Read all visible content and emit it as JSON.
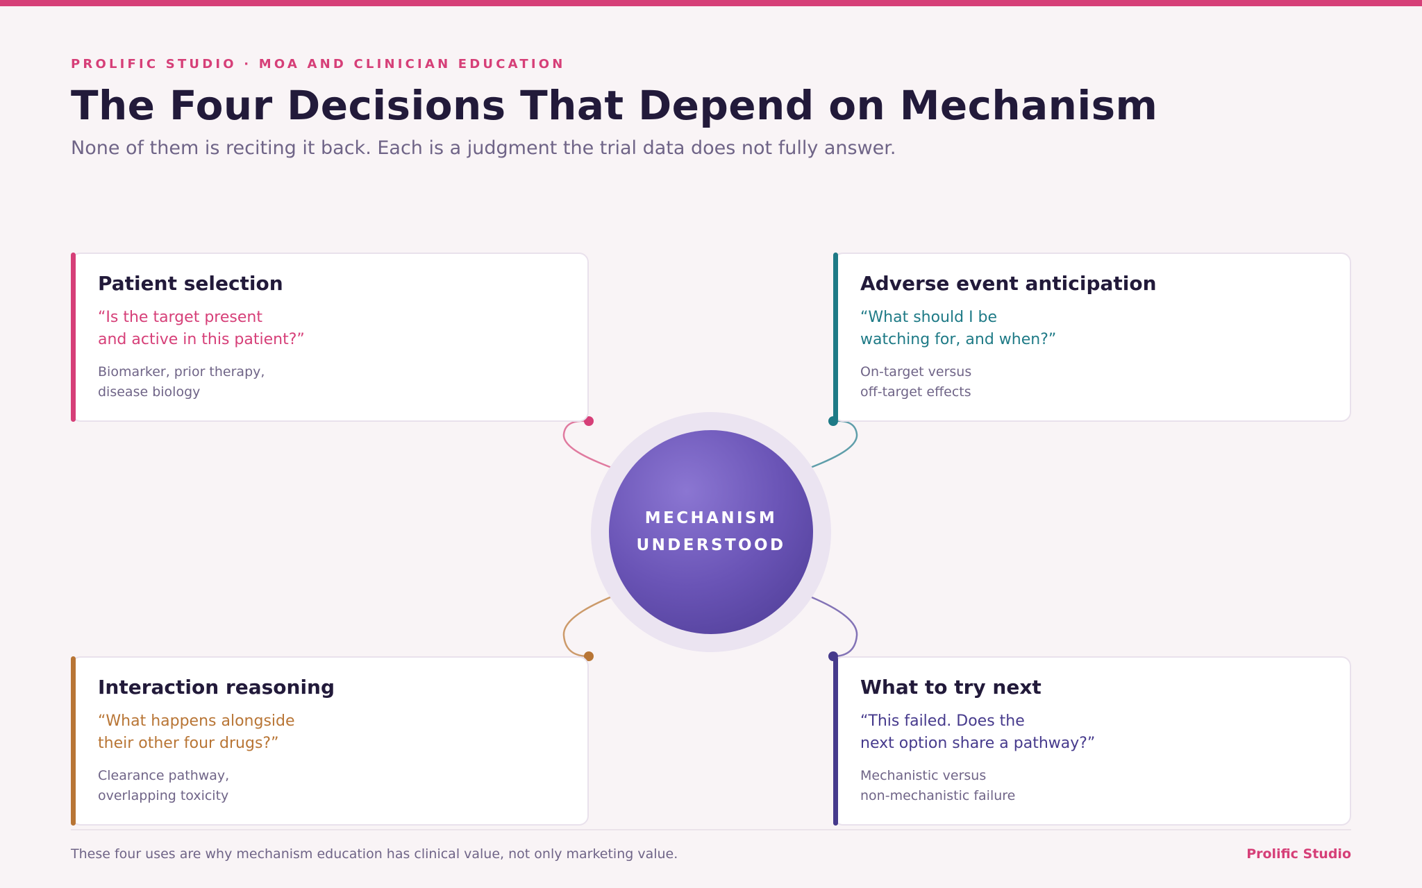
{
  "header": {
    "eyebrow": "PROLIFIC STUDIO · MOA AND CLINICIAN EDUCATION",
    "title": "The Four Decisions That Depend on Mechanism",
    "subtitle": "None of them is reciting it back. Each is a judgment the trial data does not fully answer."
  },
  "hub": {
    "line1": "MECHANISM",
    "line2": "UNDERSTOOD"
  },
  "cards": [
    {
      "title": "Patient selection",
      "quote": "“Is the target present\nand active in this patient?”",
      "note": "Biomarker, prior therapy,\ndisease biology",
      "color": "#d63f78"
    },
    {
      "title": "Adverse event anticipation",
      "quote": "“What should I be\nwatching for, and when?”",
      "note": "On-target versus\noff-target effects",
      "color": "#1e7a86"
    },
    {
      "title": "Interaction reasoning",
      "quote": "“What happens alongside\ntheir other four drugs?”",
      "note": "Clearance pathway,\noverlapping toxicity",
      "color": "#b87535"
    },
    {
      "title": "What to try next",
      "quote": "“This failed. Does the\nnext option share a pathway?”",
      "note": "Mechanistic versus\nnon-mechanistic failure",
      "color": "#463a8c"
    }
  ],
  "footer": {
    "text": "These four uses are why mechanism education has clinical value, not only marketing value.",
    "brand": "Prolific Studio"
  }
}
